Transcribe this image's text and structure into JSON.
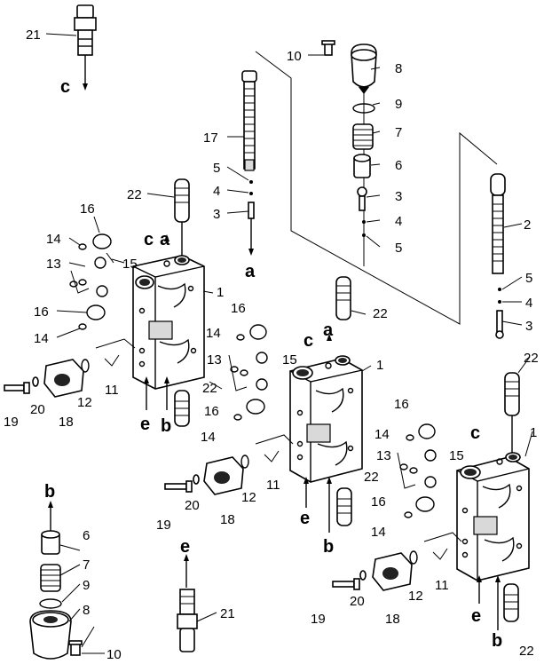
{
  "callouts": {
    "c1": "1",
    "c2": "2",
    "c3": "3",
    "c4": "4",
    "c5": "5",
    "c6": "6",
    "c7": "7",
    "c8": "8",
    "c9": "9",
    "c10": "10",
    "c11": "11",
    "c12": "12",
    "c13": "13",
    "c14": "14",
    "c15": "15",
    "c16": "16",
    "c17": "17",
    "c18": "18",
    "c19": "19",
    "c20": "20",
    "c21": "21",
    "c22": "22"
  },
  "ports": {
    "a": "a",
    "b": "b",
    "c": "c",
    "e": "e"
  }
}
